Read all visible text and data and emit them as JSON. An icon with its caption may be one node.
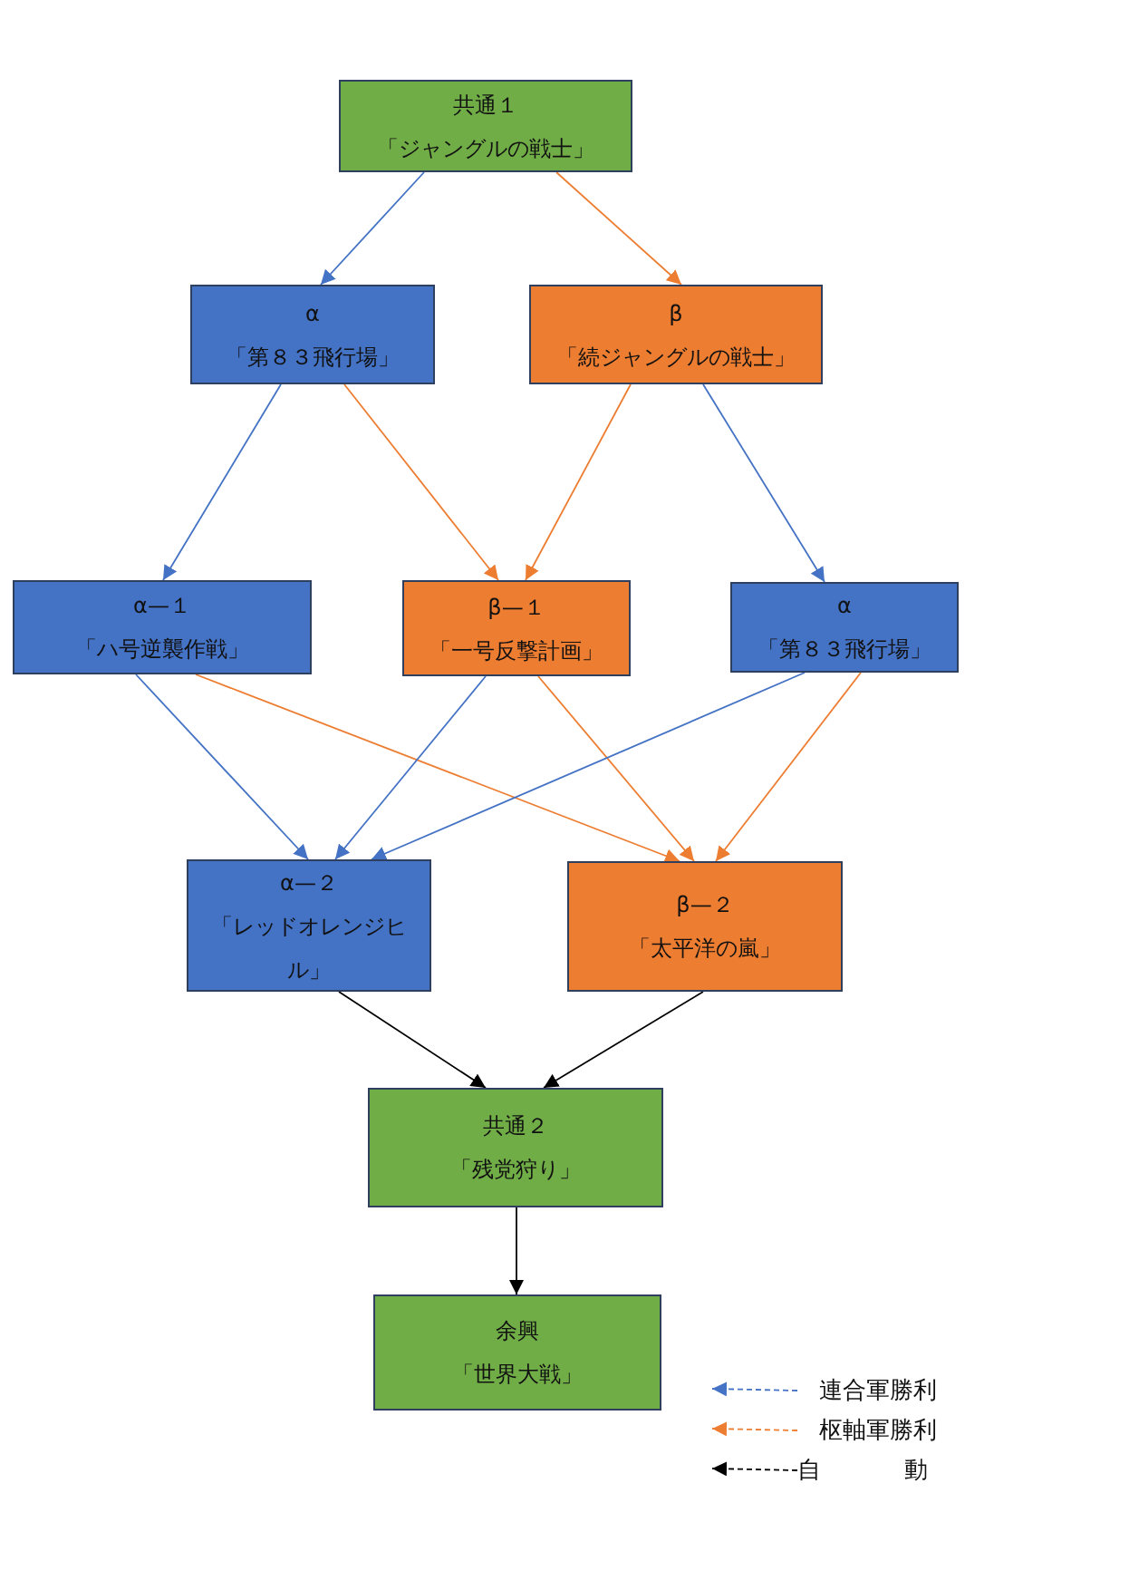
{
  "diagram": {
    "nodes": [
      {
        "text": [
          "共通１",
          "「ジャングルの戦士」"
        ]
      },
      {
        "text": [
          "α",
          "「第８３飛行場」"
        ]
      },
      {
        "text": [
          "β",
          "「続ジャングルの戦士」"
        ]
      },
      {
        "text": [
          "α—１",
          "「ハ号逆襲作戦」"
        ]
      },
      {
        "text": [
          "β—１",
          "「一号反撃計画」"
        ]
      },
      {
        "text": [
          "α",
          "「第８３飛行場」"
        ]
      },
      {
        "text": [
          "α—２",
          "「レッドオレンジヒル」"
        ]
      },
      {
        "text": [
          "β—２",
          "「太平洋の嵐」"
        ]
      },
      {
        "text": [
          "共通２",
          "「残党狩り」"
        ]
      },
      {
        "text": [
          "余興",
          "「世界大戦」"
        ]
      }
    ],
    "edges": [
      {
        "from": 0,
        "to": 1,
        "arrow": "to",
        "color": "#4472c4"
      },
      {
        "from": 0,
        "to": 2,
        "arrow": "to",
        "color": "#ed7d31"
      },
      {
        "from": 1,
        "to": 3,
        "arrow": "to",
        "color": "#4472c4"
      },
      {
        "from": 1,
        "to": 4,
        "arrow": "to",
        "color": "#ed7d31"
      },
      {
        "from": 2,
        "to": 4,
        "arrow": "to",
        "color": "#ed7d31"
      },
      {
        "from": 2,
        "to": 5,
        "arrow": "to",
        "color": "#4472c4"
      },
      {
        "from": 3,
        "to": 6,
        "arrow": "to",
        "color": "#4472c4"
      },
      {
        "from": 3,
        "to": 7,
        "arrow": "to",
        "color": "#ed7d31"
      },
      {
        "from": 4,
        "to": 6,
        "arrow": "to",
        "color": "#4472c4"
      },
      {
        "from": 4,
        "to": 7,
        "arrow": "to",
        "color": "#ed7d31"
      },
      {
        "from": 5,
        "to": 6,
        "arrow": "to",
        "color": "#4472c4"
      },
      {
        "from": 5,
        "to": 7,
        "arrow": "to",
        "color": "#ed7d31"
      },
      {
        "from": 6,
        "to": 8,
        "arrow": "to",
        "color": "#000000"
      },
      {
        "from": 7,
        "to": 8,
        "arrow": "to",
        "color": "#000000"
      },
      {
        "from": 8,
        "to": 9,
        "arrow": "to",
        "color": "#000000"
      }
    ],
    "legend": [
      {
        "text": "連合軍勝利"
      },
      {
        "text": "枢軸軍勝利"
      },
      {
        "text": "自動"
      }
    ]
  }
}
